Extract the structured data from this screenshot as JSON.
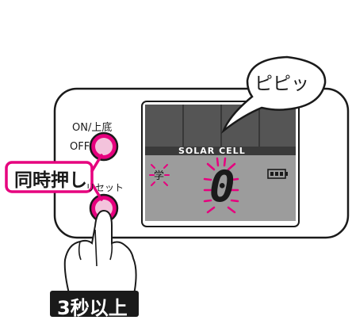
{
  "device": {
    "button_top_label": "ON/上底",
    "button_top_off_label": "OFF",
    "button_bottom_label": "リセット",
    "solar_cell_label": "SOLAR CELL",
    "lcd_digit": "0",
    "lcd_mode_char": "学"
  },
  "callouts": {
    "speech_bubble_text": "ピピッ",
    "press_both_label": "同時押し",
    "hold_duration_label": "3秒以上"
  },
  "colors": {
    "accent_magenta": "#e6007e",
    "lcd_gray": "#9c9c9c",
    "solar_panel": "#555555",
    "badge_black": "#1a1a1a"
  }
}
